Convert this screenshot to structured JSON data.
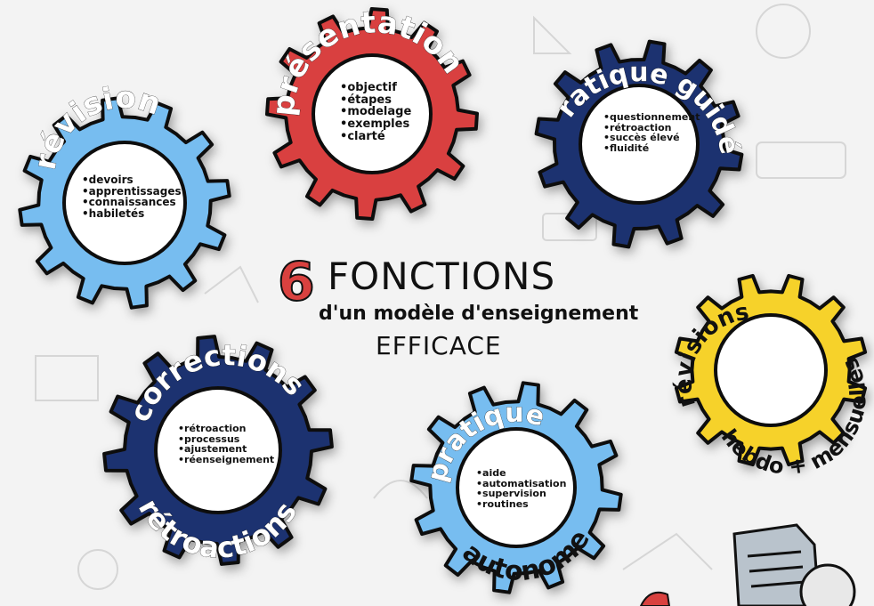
{
  "title": {
    "number": "6",
    "main": "FONCTIONS",
    "sub": "d'un modèle d'enseignement",
    "sub2": "EFFICACE"
  },
  "gears": [
    {
      "id": "revision",
      "title": "révision",
      "color": "#77bdf0",
      "items": [
        "devoirs",
        "apprentissages",
        "connaissances",
        "habiletés"
      ]
    },
    {
      "id": "presentation",
      "title": "présentation",
      "color": "#d9413f",
      "items": [
        "objectif",
        "étapes",
        "modelage",
        "exemples",
        "clarté"
      ]
    },
    {
      "id": "pratique-guidee",
      "title": "pratique guidée",
      "color": "#1f3270",
      "items": [
        "questionnement",
        "rétroaction",
        "succès élevé",
        "fluidité"
      ]
    },
    {
      "id": "corrections",
      "title": "corrections",
      "title2": "rétroactions",
      "color": "#1f3270",
      "items": [
        "rétroaction",
        "processus",
        "ajustement",
        "réenseignement"
      ]
    },
    {
      "id": "pratique-autonome",
      "title": "pratique",
      "title2": "autonome",
      "color": "#77bdf0",
      "items": [
        "aide",
        "automatisation",
        "supervision",
        "routines"
      ]
    },
    {
      "id": "revisions",
      "title": "révisions",
      "title2": "hebdo + mensuelles",
      "color": "#f6d22b",
      "items": []
    }
  ]
}
